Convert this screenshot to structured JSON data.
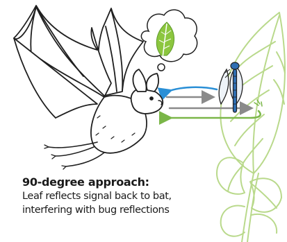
{
  "caption": {
    "title": "90-degree approach:",
    "line1": "Leaf reflects signal back to bat,",
    "line2": "interfering with bug reflections"
  },
  "colors": {
    "ink": "#1f1f1f",
    "leaf_outline": "#b9d98b",
    "leaf_fill": "#8cc63f",
    "signal_blue": "#2a8fd6",
    "signal_gray": "#8a8a8a",
    "signal_green": "#7ab648",
    "dragonfly_blue": "#2f6fb3"
  },
  "icons": [
    "bat-icon",
    "thought-bubble-icon",
    "leaf-icon",
    "dragonfly-icon",
    "plant-icon"
  ]
}
